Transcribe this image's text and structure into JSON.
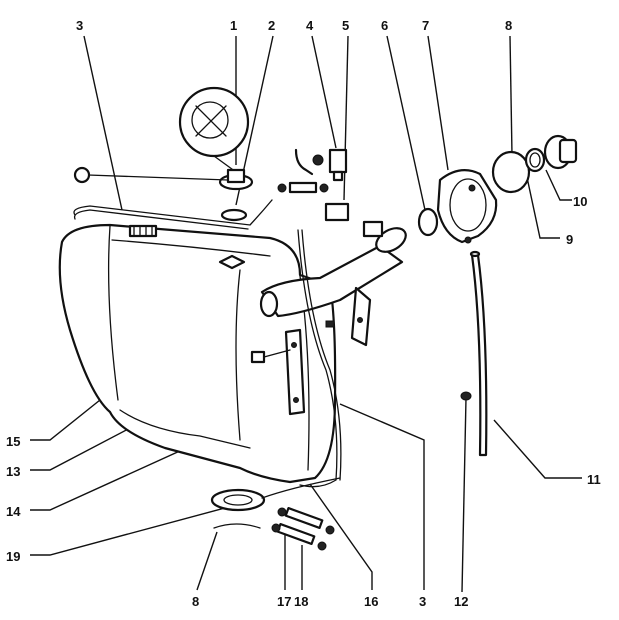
{
  "callouts": [
    {
      "id": "c1",
      "label": "1"
    },
    {
      "id": "c2",
      "label": "2"
    },
    {
      "id": "c3a",
      "label": "3"
    },
    {
      "id": "c4",
      "label": "4"
    },
    {
      "id": "c5",
      "label": "5"
    },
    {
      "id": "c6",
      "label": "6"
    },
    {
      "id": "c7",
      "label": "7"
    },
    {
      "id": "c8a",
      "label": "8"
    },
    {
      "id": "c9",
      "label": "9"
    },
    {
      "id": "c10",
      "label": "10"
    },
    {
      "id": "c11",
      "label": "11"
    },
    {
      "id": "c12",
      "label": "12"
    },
    {
      "id": "c13",
      "label": "13"
    },
    {
      "id": "c14",
      "label": "14"
    },
    {
      "id": "c15",
      "label": "15"
    },
    {
      "id": "c16",
      "label": "16"
    },
    {
      "id": "c17",
      "label": "17"
    },
    {
      "id": "c18",
      "label": "18"
    },
    {
      "id": "c19",
      "label": "19"
    },
    {
      "id": "c8b",
      "label": "8"
    },
    {
      "id": "c3b",
      "label": "3"
    }
  ]
}
